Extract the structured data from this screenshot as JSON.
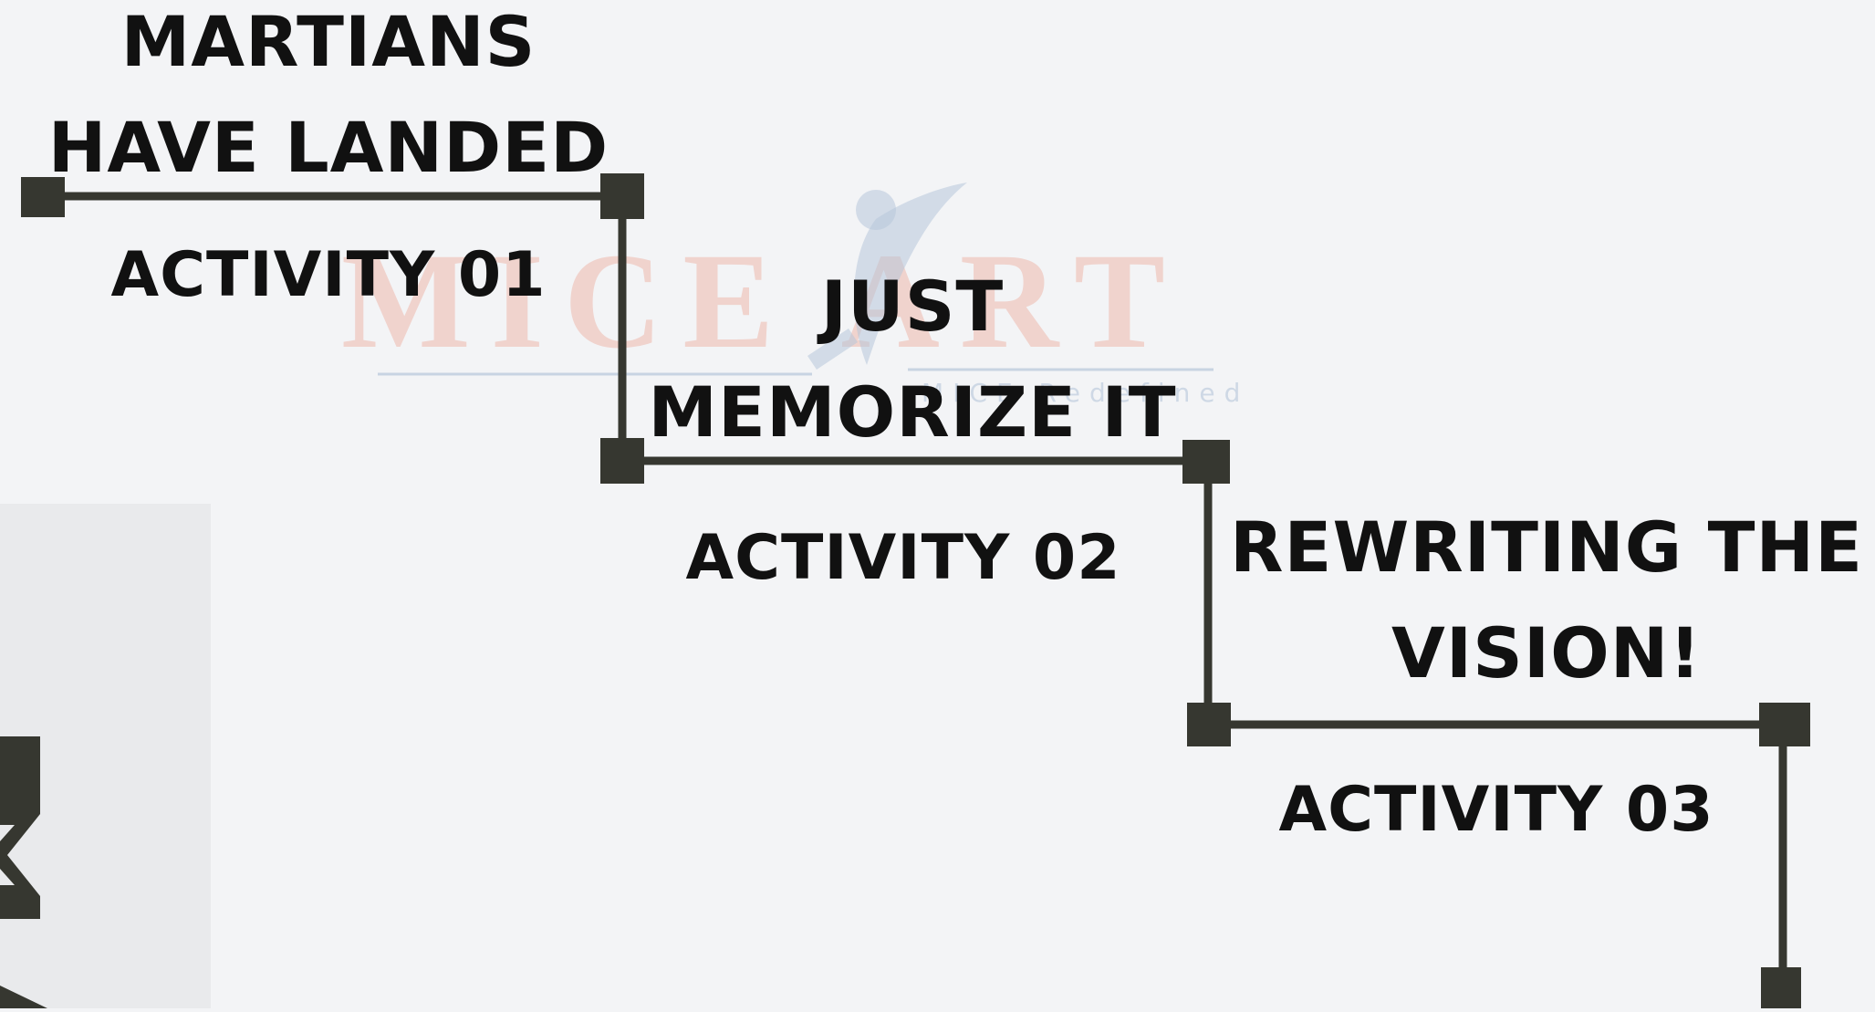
{
  "steps": [
    {
      "title_line1": "MARTIANS",
      "title_line2": "HAVE LANDED",
      "activity": "ACTIVITY 01"
    },
    {
      "title_line1": "JUST",
      "title_line2": "MEMORIZE IT",
      "activity": "ACTIVITY 02"
    },
    {
      "title_line1": "REWRITING THE",
      "title_line2": "VISION!",
      "activity": "ACTIVITY 03"
    }
  ],
  "watermark": {
    "brand": "MICE ART",
    "tagline": "MICE Redefined"
  },
  "colors": {
    "background": "#f3f4f6",
    "panel": "#e9eaec",
    "connector": "#363730",
    "text": "#111111",
    "watermark_text": "#f0c8c0",
    "watermark_figure": "#b7c7da"
  }
}
